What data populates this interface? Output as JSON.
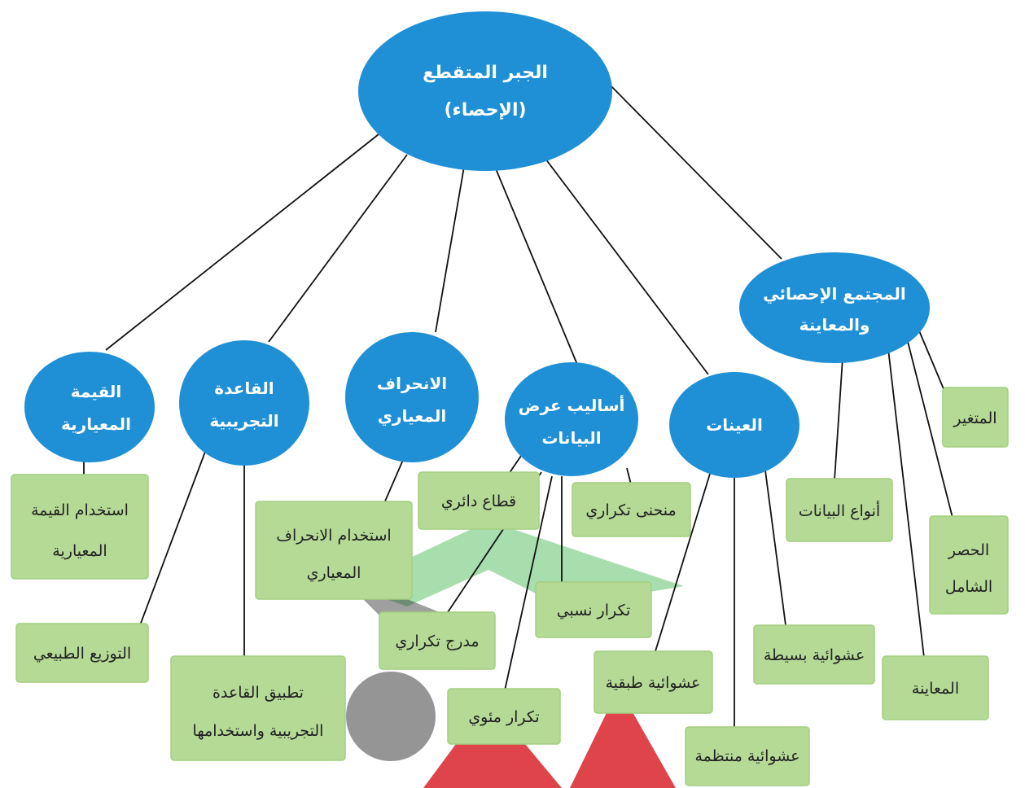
{
  "root": {
    "line1": "الجبر المتقطع",
    "line2": "(الإحصاء)"
  },
  "topics": [
    {
      "id": "community",
      "line1": "المجتمع الإحصائي",
      "line2": "والمعاينة"
    },
    {
      "id": "samples",
      "line1": "العينات",
      "line2": ""
    },
    {
      "id": "display",
      "line1": "أساليب عرض",
      "line2": "البيانات"
    },
    {
      "id": "deviation",
      "line1": "الانحراف",
      "line2": "المعياري"
    },
    {
      "id": "empirical",
      "line1": "القاعدة",
      "line2": "التجريبية"
    },
    {
      "id": "standard",
      "line1": "القيمة",
      "line2": "المعيارية"
    }
  ],
  "leaves": {
    "variable": [
      "المتغير"
    ],
    "census": [
      "الحصر",
      "الشامل"
    ],
    "sampling": [
      "المعاينة"
    ],
    "data_types": [
      "أنواع البيانات"
    ],
    "simple_random": [
      "عشوائية بسيطة"
    ],
    "stratified": [
      "عشوائية طبقية"
    ],
    "systematic": [
      "عشوائية منتظمة"
    ],
    "freq_curve": [
      "منحنى تكراري"
    ],
    "pie_sector": [
      "قطاع دائري"
    ],
    "relative_freq": [
      "تكرار نسبي"
    ],
    "histogram": [
      "مدرج تكراري"
    ],
    "percent_freq": [
      "تكرار مئوي"
    ],
    "use_deviation": [
      "استخدام الانحراف",
      "المعياري"
    ],
    "normal_dist": [
      "التوزيع الطبيعي"
    ],
    "apply_empirical": [
      "تطبيق القاعدة",
      "التجريبية واستخدامها"
    ],
    "use_standard": [
      "استخدام القيمة",
      "المعيارية"
    ]
  },
  "colors": {
    "node": "#1f8fd6",
    "leaf": "#b5da96",
    "line": "#111111",
    "node_text": "#ffffff"
  },
  "watermark": {
    "present": true,
    "colors": [
      "#3fb54a",
      "#2b2b2b",
      "#d8232a",
      "#8a8a8a"
    ]
  }
}
